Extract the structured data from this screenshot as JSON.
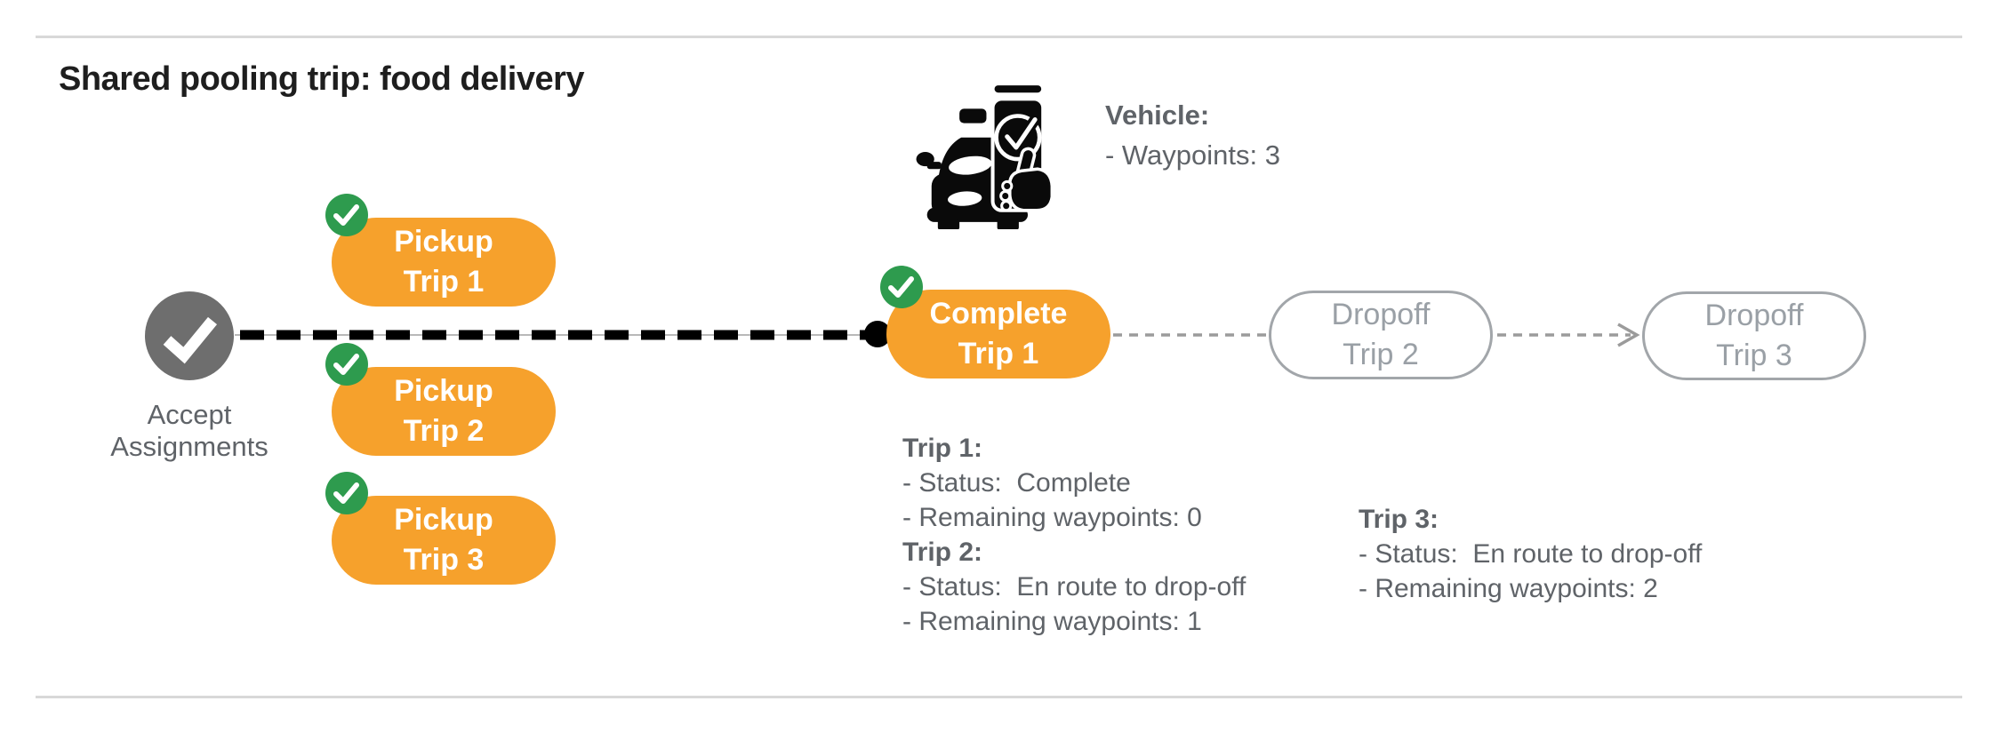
{
  "title": "Shared pooling trip: food delivery",
  "colors": {
    "orange": "#F6A12C",
    "green": "#2E9B4E",
    "accept_circle_gray": "#6E6E6E",
    "text_gray": "#5F6368",
    "ghost_gray": "#9AA0A6",
    "divider_gray": "#D8D8D8",
    "connector_black": "#000000",
    "connector_gray": "#9B9B9B"
  },
  "icons": {
    "accept_circle": "check-circle-icon",
    "trip_badge": "check-badge-icon",
    "vehicle": "car-phone-check-icon",
    "arrow": "arrowhead-right-icon"
  },
  "vehicle": {
    "heading": "Vehicle:",
    "waypoints_line": "- Waypoints: 3"
  },
  "nodes": {
    "accept": {
      "label": "Accept\nAssignments"
    },
    "pickup1": {
      "label": "Pickup\nTrip 1"
    },
    "pickup2": {
      "label": "Pickup\nTrip 2"
    },
    "pickup3": {
      "label": "Pickup\nTrip 3"
    },
    "complete1": {
      "label": "Complete\nTrip 1"
    },
    "dropoff2": {
      "label": "Dropoff\nTrip 2"
    },
    "dropoff3": {
      "label": "Dropoff\nTrip 3"
    }
  },
  "status_blocks": [
    {
      "entries": [
        {
          "heading": "Trip 1:",
          "lines": [
            "- Status:  Complete",
            "- Remaining waypoints: 0"
          ]
        },
        {
          "heading": "Trip 2:",
          "lines": [
            "- Status:  En route to drop-off",
            "- Remaining waypoints: 1"
          ]
        }
      ]
    },
    {
      "entries": [
        {
          "heading": "Trip 3:",
          "lines": [
            "- Status:  En route to drop-off",
            "- Remaining waypoints: 2"
          ]
        }
      ]
    }
  ]
}
